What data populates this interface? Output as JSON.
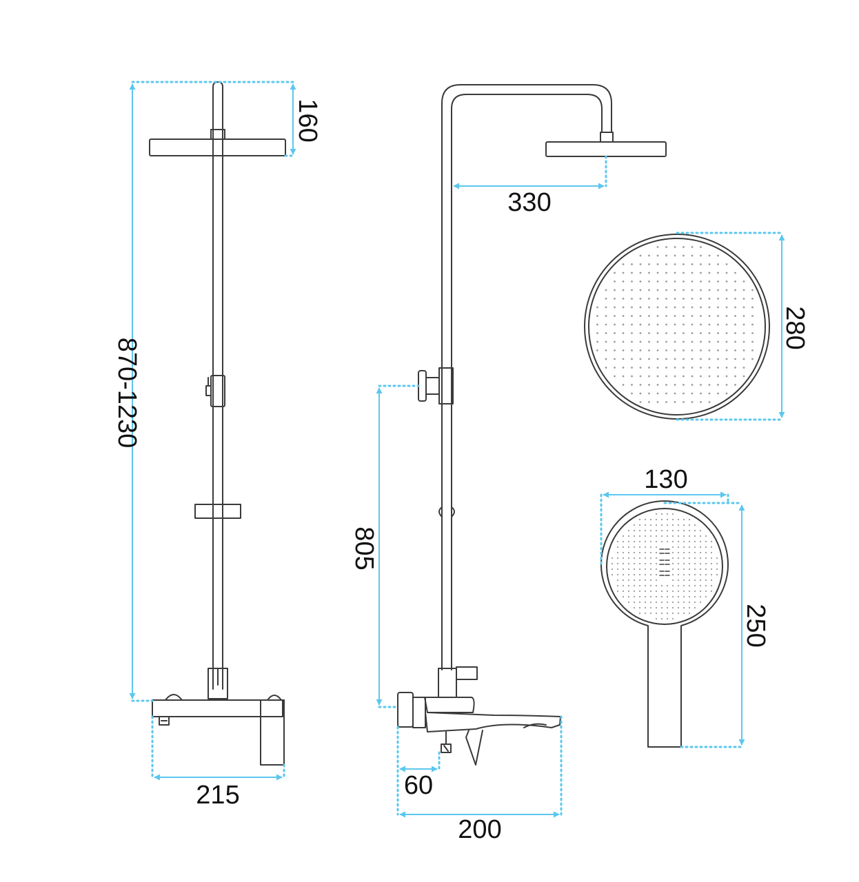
{
  "colors": {
    "outline": "#3a3a3a",
    "dimension": "#5bc7ee",
    "text": "#111111"
  },
  "dimensions": {
    "total_height": "870-1230",
    "head_offset": "160",
    "arm_reach": "330",
    "head_diameter": "280",
    "hand_shower_width": "130",
    "hand_shower_length": "250",
    "valve_height": "805",
    "mixer_width": "215",
    "inlet_offset": "60",
    "spout_depth": "200"
  }
}
